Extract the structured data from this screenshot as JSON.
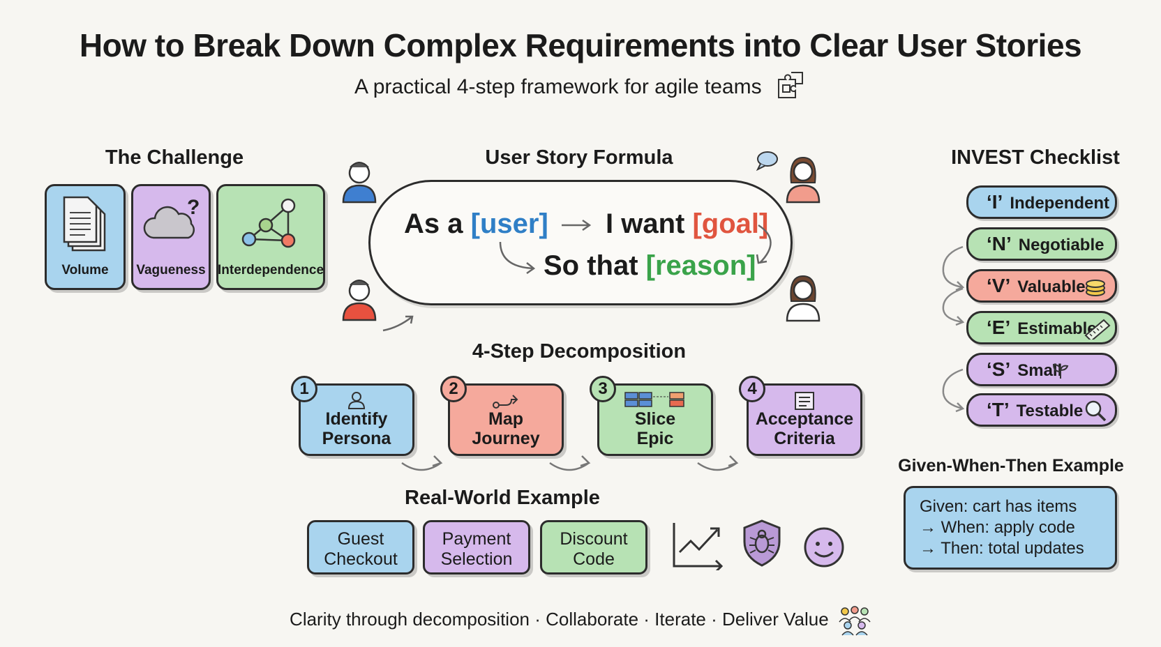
{
  "title": "How to Break Down Complex Requirements into Clear User Stories",
  "subtitle": "A practical 4-step framework for agile teams",
  "challenge": {
    "heading": "The Challenge",
    "cards": [
      {
        "label": "Volume",
        "icon": "documents-icon",
        "color": "#a9d4ee"
      },
      {
        "label": "Vagueness",
        "icon": "cloud-question-icon",
        "color": "#d6b9ec"
      },
      {
        "label": "Interdependence",
        "icon": "network-icon",
        "color": "#b7e2b4"
      }
    ]
  },
  "formula": {
    "heading": "User Story Formula",
    "as_a": "As a",
    "user": "[user]",
    "i_want": "I want",
    "goal": "[goal]",
    "so_that": "So that",
    "reason": "[reason]"
  },
  "steps": {
    "heading": "4-Step Decomposition",
    "items": [
      {
        "num": "1",
        "line1": "Identify",
        "line2": "Persona",
        "icon": "person-icon",
        "color": "#a9d4ee"
      },
      {
        "num": "2",
        "line1": "Map",
        "line2": "Journey",
        "icon": "route-icon",
        "color": "#f5a99c"
      },
      {
        "num": "3",
        "line1": "Slice",
        "line2": "Epic",
        "icon": "slices-icon",
        "color": "#b7e2b4"
      },
      {
        "num": "4",
        "line1": "Acceptance",
        "line2": "Criteria",
        "icon": "checklist-icon",
        "color": "#d6b9ec"
      }
    ]
  },
  "example": {
    "heading": "Real-World Example",
    "cards": [
      {
        "line1": "Guest",
        "line2": "Checkout",
        "color": "#a9d4ee"
      },
      {
        "line1": "Payment",
        "line2": "Selection",
        "color": "#d6b9ec"
      },
      {
        "line1": "Discount",
        "line2": "Code",
        "color": "#b7e2b4"
      }
    ],
    "icons": [
      "growth-chart-icon",
      "bug-shield-icon",
      "smiley-icon"
    ]
  },
  "invest": {
    "heading": "INVEST Checklist",
    "items": [
      {
        "letter": "‘I’",
        "word": "Independent",
        "color": "#a9d4ee"
      },
      {
        "letter": "‘N’",
        "word": "Negotiable",
        "color": "#b7e2b4"
      },
      {
        "letter": "‘V’",
        "word": "Valuable",
        "color": "#f5a99c",
        "icon": "coins-icon"
      },
      {
        "letter": "‘E’",
        "word": "Estimable",
        "color": "#b7e2b4",
        "icon": "ruler-icon"
      },
      {
        "letter": "‘S’",
        "word": "Small",
        "color": "#d6b9ec",
        "icon": "seedling-icon"
      },
      {
        "letter": "‘T’",
        "word": "Testable",
        "color": "#d6b9ec",
        "icon": "magnifier-icon"
      }
    ]
  },
  "gwt": {
    "heading": "Given-When-Then Example",
    "given": "Given: cart has items",
    "when": "→ When: apply code",
    "then": "→ Then: total updates"
  },
  "footer": "Clarity through decomposition · Collaborate · Iterate · Deliver Value"
}
